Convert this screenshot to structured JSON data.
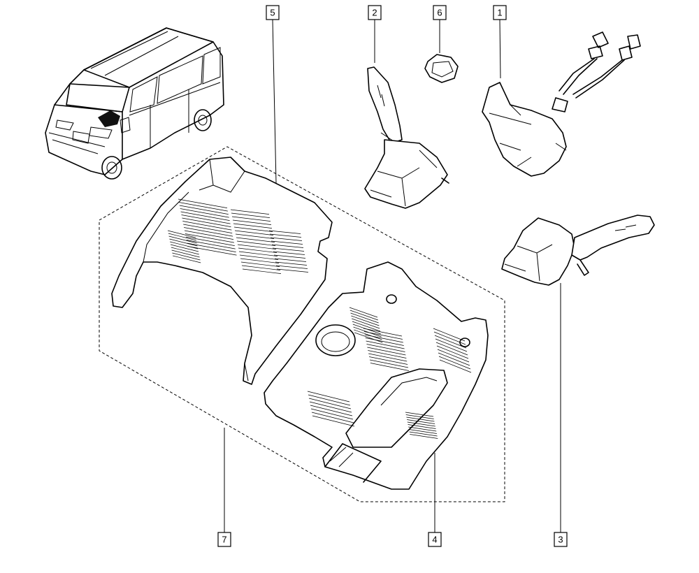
{
  "callouts": [
    {
      "id": "5",
      "label": "5"
    },
    {
      "id": "2",
      "label": "2"
    },
    {
      "id": "6",
      "label": "6"
    },
    {
      "id": "1",
      "label": "1"
    },
    {
      "id": "7",
      "label": "7"
    },
    {
      "id": "4",
      "label": "4"
    },
    {
      "id": "3",
      "label": "3"
    }
  ],
  "colors": {
    "line": "#000000",
    "background": "#ffffff"
  }
}
